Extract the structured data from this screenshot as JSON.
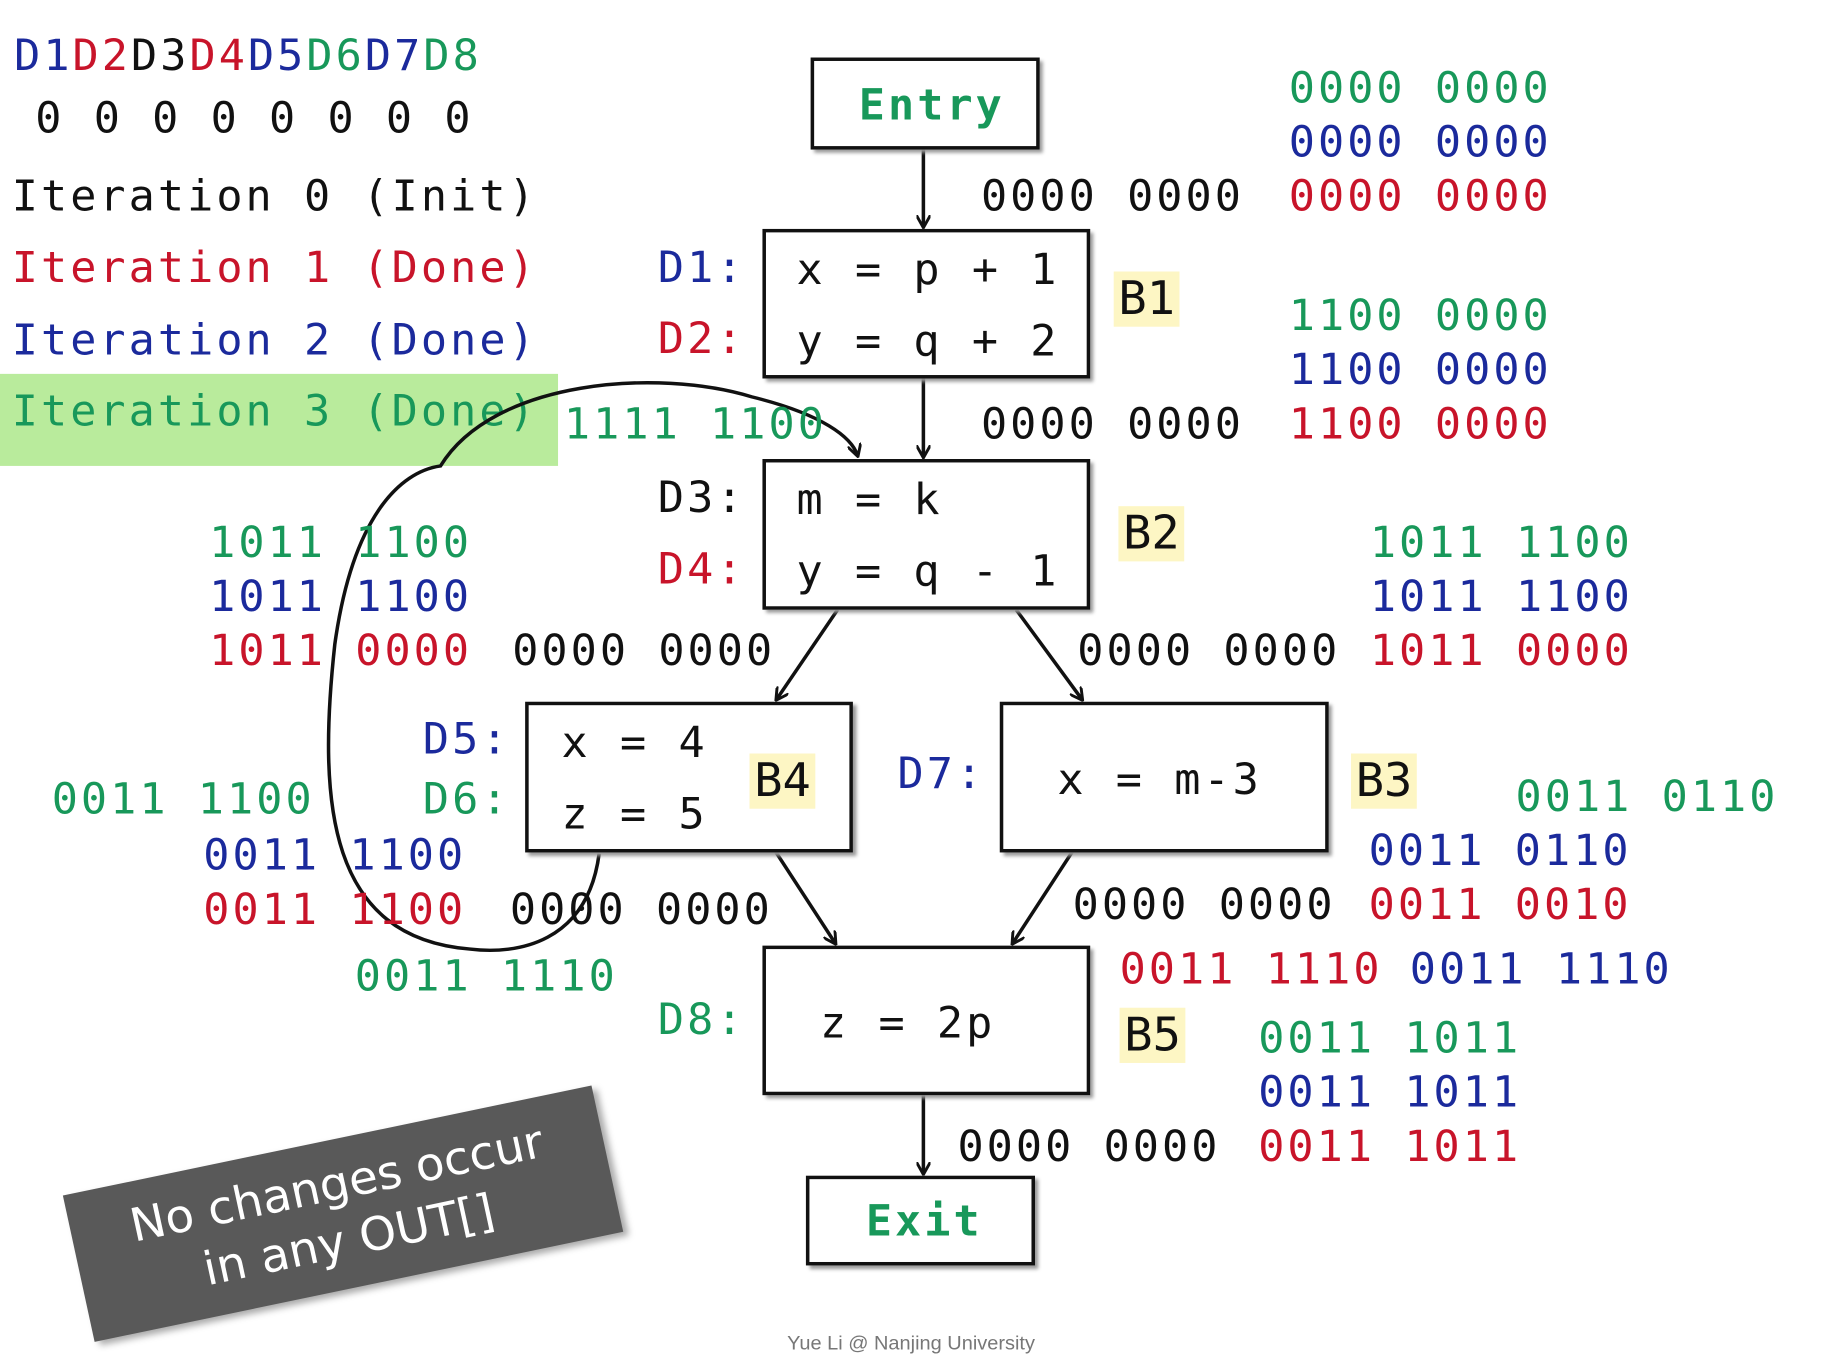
{
  "header": {
    "defs": [
      {
        "t": "D1",
        "c": "#1b2a9c"
      },
      {
        "t": "D2",
        "c": "#c8142a"
      },
      {
        "t": "D3",
        "c": "#111111"
      },
      {
        "t": "D4",
        "c": "#c8142a"
      },
      {
        "t": "D5",
        "c": "#1b2a9c"
      },
      {
        "t": "D6",
        "c": "#18985a"
      },
      {
        "t": "D7",
        "c": "#1b2a9c"
      },
      {
        "t": "D8",
        "c": "#18985a"
      }
    ],
    "bits": "0 0 0 0 0 0 0 0"
  },
  "iterations": [
    "Iteration 0 (Init)",
    "Iteration 1 (Done)",
    "Iteration 2 (Done)",
    "Iteration 3 (Done)"
  ],
  "highlighted_iteration": 3,
  "colors": {
    "iter1": "#c8142a",
    "iter2": "#1b2a9c",
    "iter3": "#18985a",
    "highlight": "#b9eb9c"
  },
  "nodes": {
    "entry": "Entry",
    "exit": "Exit",
    "b1": {
      "label": "B1",
      "stmts": [
        {
          "def": "D1:",
          "code": "x = p + 1"
        },
        {
          "def": "D2:",
          "code": "y = q + 2"
        }
      ]
    },
    "b2": {
      "label": "B2",
      "stmts": [
        {
          "def": "D3:",
          "code": "m = k"
        },
        {
          "def": "D4:",
          "code": "y = q - 1"
        }
      ]
    },
    "b4": {
      "label": "B4",
      "stmts": [
        {
          "def": "D5:",
          "code": "x = 4"
        },
        {
          "def": "D6:",
          "code": "z = 5"
        }
      ]
    },
    "b3": {
      "label": "B3",
      "stmts": [
        {
          "def": "D7:",
          "code": "x = m-3"
        }
      ]
    },
    "b5": {
      "label": "B5",
      "stmts": [
        {
          "def": "D8:",
          "code": "z = 2p"
        }
      ]
    }
  },
  "sets": {
    "entry_out": {
      "init": "0000 0000",
      "it1": "0000 0000",
      "it2": "0000 0000",
      "it3": "0000 0000"
    },
    "b1_out": {
      "init": "0000 0000",
      "it1": "1100 0000",
      "it2": "1100 0000",
      "it3": "1100 0000"
    },
    "b2_in_it3": "1111 1100",
    "b2_out_left": {
      "init": "0000 0000",
      "it1": "1011 0000",
      "it2": "1011 1100",
      "it3": "1011 1100"
    },
    "b2_out_right": {
      "init": "0000 0000",
      "it1": "1011 0000",
      "it2": "1011 1100",
      "it3": "1011 1100"
    },
    "b4_out": {
      "init": "0000 0000",
      "it1": "0011 1100",
      "it2": "0011 1100",
      "it3": "0011 1100"
    },
    "b3_out": {
      "init": "0000 0000",
      "it1": "0011 0010",
      "it2": "0011 0110",
      "it3": "0011 0110"
    },
    "b5_in": {
      "it1": "0011 1110",
      "it2": "0011 1110",
      "it3": "0011 1110"
    },
    "b5_out": {
      "init": "0000 0000",
      "it1": "0011 1011",
      "it2": "0011 1011",
      "it3": "0011 1011"
    }
  },
  "banner": {
    "line1": "No changes occur",
    "line2": "in any OUT[]"
  },
  "footer": "Yue Li @ Nanjing University"
}
